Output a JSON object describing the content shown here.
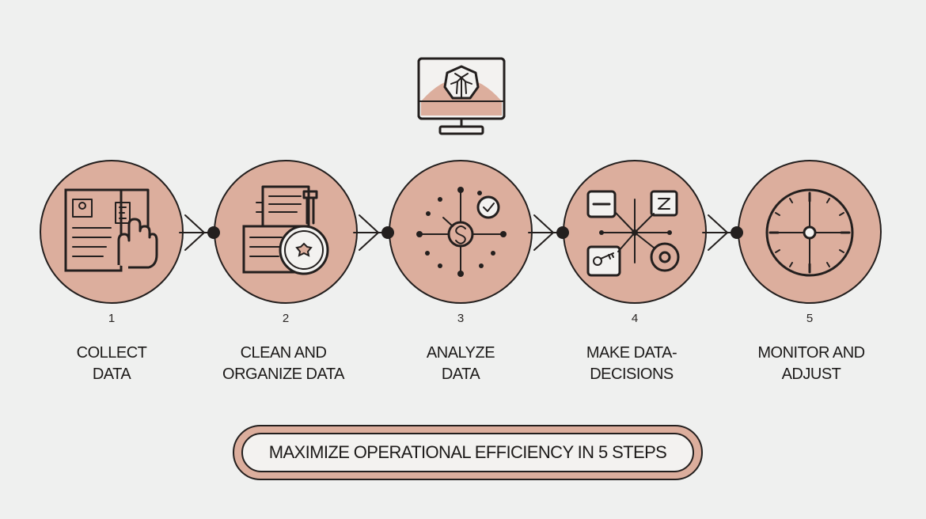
{
  "steps": [
    {
      "number": "1",
      "line1": "COLLECT",
      "line2": "DATA",
      "icon": "document-hand-icon"
    },
    {
      "number": "2",
      "line1": "CLEAN AND",
      "line2": "ORGANIZE DATA",
      "icon": "document-flask-icon"
    },
    {
      "number": "3",
      "line1": "ANALYZE",
      "line2": "DATA",
      "icon": "dollar-network-icon"
    },
    {
      "number": "4",
      "line1": "MAKE DATA-",
      "line2": "DECISIONS",
      "icon": "decision-network-icon"
    },
    {
      "number": "5",
      "line1": "MONITOR AND",
      "line2": "ADJUST",
      "icon": "gauge-dial-icon"
    }
  ],
  "top_icon": "monitor-brain-icon",
  "banner": {
    "text": "MAXIMIZE OPERATIONAL EFFICIENCY IN 5 STEPS"
  },
  "colors": {
    "circle_fill": "#dcae9d",
    "background": "#eff0ef",
    "ink": "#231f1e"
  }
}
